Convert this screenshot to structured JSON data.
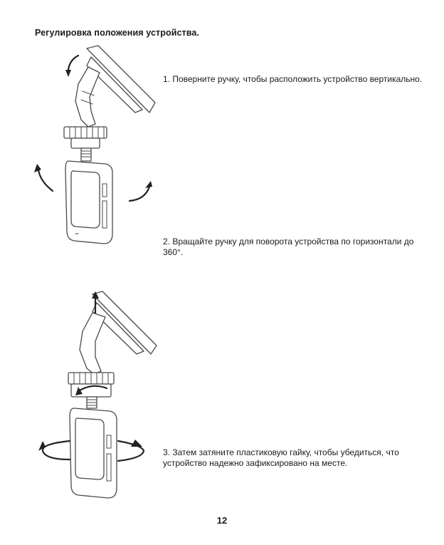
{
  "page": {
    "title": "Регулировка положения устройства.",
    "page_number": "12"
  },
  "steps": [
    {
      "text": "1. Поверните ручку, чтобы расположить устройство вертикально."
    },
    {
      "text": "2. Вращайте ручку для поворота устройства по горизонтали до 360°."
    },
    {
      "text": "3. Затем затяните пластиковую гайку, чтобы убедиться, что устройство надежно зафиксировано на месте."
    }
  ]
}
